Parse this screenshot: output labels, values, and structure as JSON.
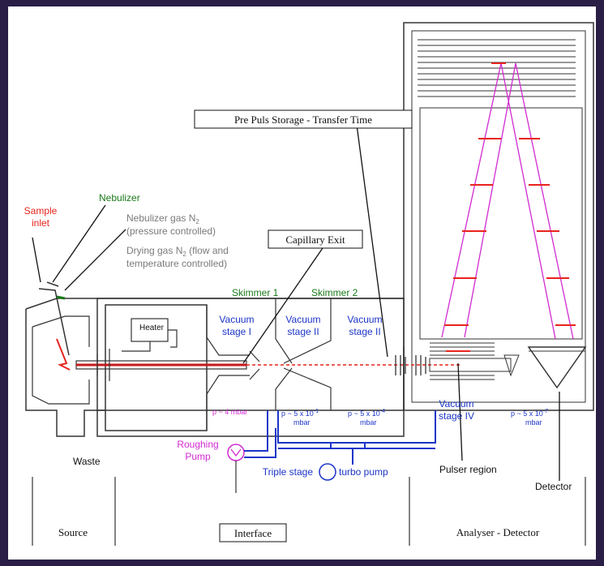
{
  "labels": {
    "sample_inlet_1": "Sample",
    "sample_inlet_2": "inlet",
    "nebulizer": "Nebulizer",
    "nebulizer_gas_1": "Nebulizer gas N",
    "nebulizer_gas_sub": "2",
    "nebulizer_gas_2": "(pressure controlled)",
    "drying_gas_1": "Drying gas N",
    "drying_gas_sub": "2",
    "drying_gas_1b": " (flow and",
    "drying_gas_2": "temperature controlled)",
    "heater": "Heater",
    "skimmer_1": "Skimmer 1",
    "skimmer_2": "Skimmer 2",
    "vacuum_stage_1a": "Vacuum",
    "vacuum_stage_1b": "stage I",
    "vacuum_stage_2a": "Vacuum",
    "vacuum_stage_2b": "stage II",
    "vacuum_stage_3a": "Vacuum",
    "vacuum_stage_3b": "stage II",
    "vacuum_stage_4a": "Vacuum",
    "vacuum_stage_4b": "stage IV",
    "pressure_1": "p ~ 4 mbar",
    "pressure_2a": "p ~ 5 x 10",
    "pressure_2exp": "-1",
    "pressure_2b": "mbar",
    "pressure_3a": "p ~ 5 x 10",
    "pressure_3exp": "-4",
    "pressure_3b": "mbar",
    "pressure_4a": "p ~ 5 x 10",
    "pressure_4exp": "-7",
    "pressure_4b": "mbar",
    "roughing_1": "Roughing",
    "roughing_2": "Pump",
    "waste": "Waste",
    "triple_stage_a": "Triple stage",
    "triple_stage_b": "turbo pump",
    "pulser_region": "Pulser region",
    "detector": "Detector",
    "pre_puls": "Pre Puls Storage - Transfer Time",
    "capillary_exit": "Capillary Exit",
    "source": "Source",
    "interface": "Interface",
    "analyser_detector": "Analyser - Detector"
  },
  "colors": {
    "background": "#2a1e46",
    "sample_inlet": "#e8231c",
    "nebulizer": "#1a7a1a",
    "gas_text": "#7a7a7a",
    "vacuum_blue": "#1c35c8",
    "pressure_magenta": "#d12bd1",
    "pump_magenta": "#d12bd1",
    "ion_path": "#e8231c",
    "tof_path": "#d12bd1",
    "label_text": "#111111"
  }
}
